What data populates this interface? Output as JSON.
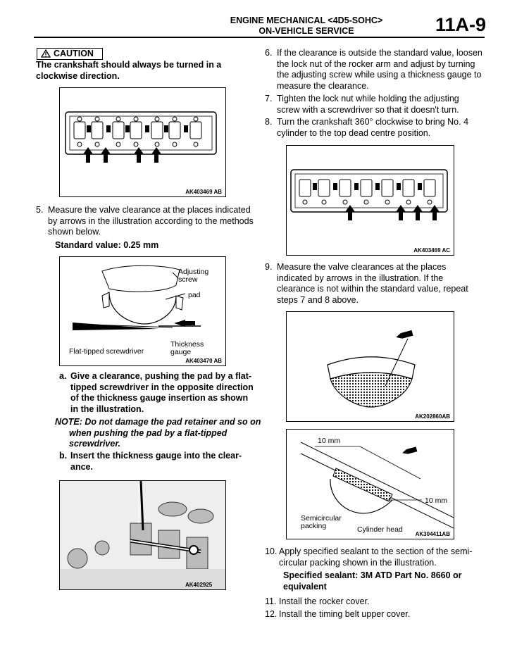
{
  "header": {
    "title_line1": "ENGINE MECHANICAL <4D5-SOHC>",
    "title_line2": "ON-VEHICLE SERVICE",
    "page_code": "11A-9"
  },
  "caution": {
    "label": "CAUTION",
    "text": "The crankshaft should always be turned in a clockwise direction."
  },
  "figures": {
    "fig1_id": "AK403469 AB",
    "fig2_id": "AK403470 AB",
    "fig2_adjusting_screw": "Adjusting screw",
    "fig2_pad": "pad",
    "fig2_flat_screwdriver": "Flat-tipped screwdriver",
    "fig2_thickness_gauge": "Thickness gauge",
    "fig3_id": "AK402925",
    "fig4_id": "AK403469 AC",
    "fig5_id": "AK202860AB",
    "fig6_id": "AK304411AB",
    "fig6_10mm_top": "10 mm",
    "fig6_10mm_right": "10 mm",
    "fig6_semicircular": "Semicircular packing",
    "fig6_cylinder_head": "Cylinder head"
  },
  "left_steps": {
    "step5_num": "5.",
    "step5_text": "Measure the valve clearance at the places indicated by arrows in the illustration according to the methods shown below.",
    "standard_value": "Standard value: 0.25 mm",
    "a_label": "a.",
    "a_text": "Give a clearance, pushing the pad by a flat-tipped screwdriver in the opposite direction of the thickness gauge insertion as shown in the illustration.",
    "note": "NOTE: Do not damage the pad retainer and so on when pushing the pad by a flat-tipped screwdriver.",
    "b_label": "b.",
    "b_text": "Insert the thickness gauge into the clear-ance."
  },
  "right_steps": {
    "step6_num": "6.",
    "step6_text": "If the clearance is outside the standard value, loosen the lock nut of the rocker arm and adjust by turning the adjusting screw while using a thickness gauge to measure the clearance.",
    "step7_num": "7.",
    "step7_text": "Tighten the lock nut while holding the adjusting screw with a screwdriver so that it doesn't turn.",
    "step8_num": "8.",
    "step8_text": "Turn the crankshaft 360° clockwise to bring No. 4 cylinder to the top dead centre position.",
    "step9_num": "9.",
    "step9_text": "Measure the valve clearances at the places indicated by arrows in the illustration. If the clearance is not within the standard value, repeat steps 7 and 8 above.",
    "step10_num": "10.",
    "step10_text": "Apply specified sealant to the section of the semi-circular packing shown in the illustration.",
    "specified_sealant": "Specified sealant: 3M ATD Part No. 8660 or equivalent",
    "step11_num": "11.",
    "step11_text": "Install the rocker cover.",
    "step12_num": "12.",
    "step12_text": "Install the timing belt upper cover."
  }
}
